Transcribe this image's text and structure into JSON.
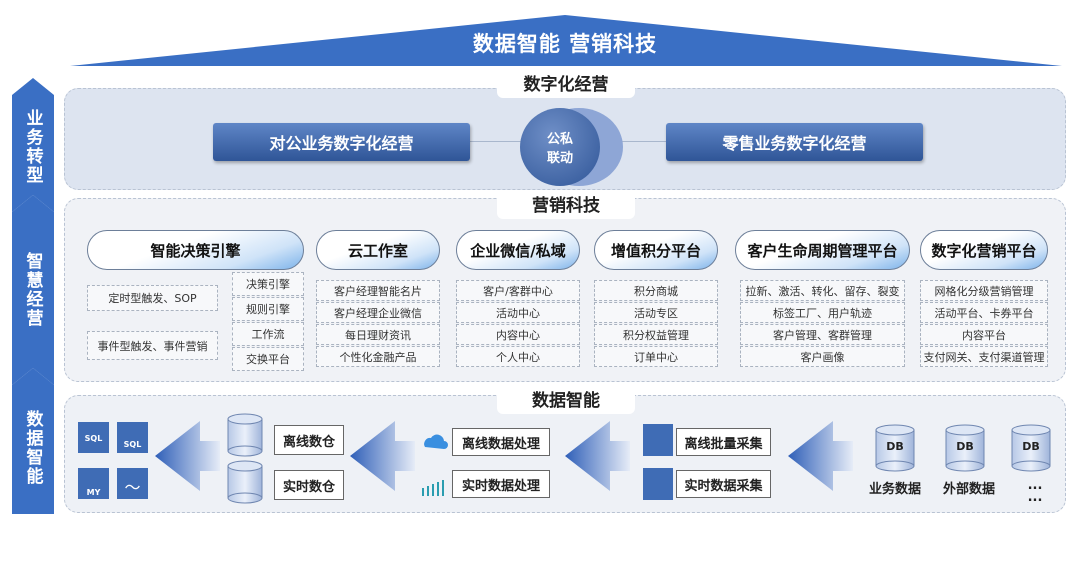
{
  "title": "数据智能  营销科技",
  "side": [
    "业务转型",
    "智慧经营",
    "数据智能"
  ],
  "digital_ops": {
    "label": "数字化经营",
    "left": "对公业务数字化经营",
    "right": "零售业务数字化经营",
    "center": [
      "公私",
      "联动"
    ]
  },
  "martech": {
    "label": "营销科技",
    "engine": {
      "title": "智能决策引擎",
      "left": [
        "定时型触发、SOP",
        "事件型触发、事件营销"
      ],
      "right": [
        "决策引擎",
        "规则引擎",
        "工作流",
        "交换平台"
      ]
    },
    "columns": [
      {
        "title": "云工作室",
        "items": [
          "客户经理智能名片",
          "客户经理企业微信",
          "每日理财资讯",
          "个性化金融产品"
        ]
      },
      {
        "title": "企业微信/私域",
        "items": [
          "客户/客群中心",
          "活动中心",
          "内容中心",
          "个人中心"
        ]
      },
      {
        "title": "增值积分平台",
        "items": [
          "积分商城",
          "活动专区",
          "积分权益管理",
          "订单中心"
        ]
      },
      {
        "title": "客户生命周期管理平台",
        "items": [
          "拉新、激活、转化、留存、裂变",
          "标签工厂、用户轨迹",
          "客户管理、客群管理",
          "客户画像"
        ]
      },
      {
        "title": "数字化营销平台",
        "items": [
          "网格化分级营销管理",
          "活动平台、卡券平台",
          "内容平台",
          "支付网关、支付渠道管理"
        ]
      }
    ]
  },
  "data_intel": {
    "label": "数据智能",
    "warehouse": [
      "离线数仓",
      "实时数仓"
    ],
    "processing": [
      "离线数据处理",
      "实时数据处理"
    ],
    "collection": [
      "离线批量采集",
      "实时数据采集"
    ],
    "sources": [
      "业务数据",
      "外部数据",
      "..."
    ],
    "db": "DB",
    "more": "...",
    "sql": "SQL",
    "my": "MY"
  },
  "colors": {
    "primary": "#3a6fc4",
    "dark": "#2f5597"
  }
}
